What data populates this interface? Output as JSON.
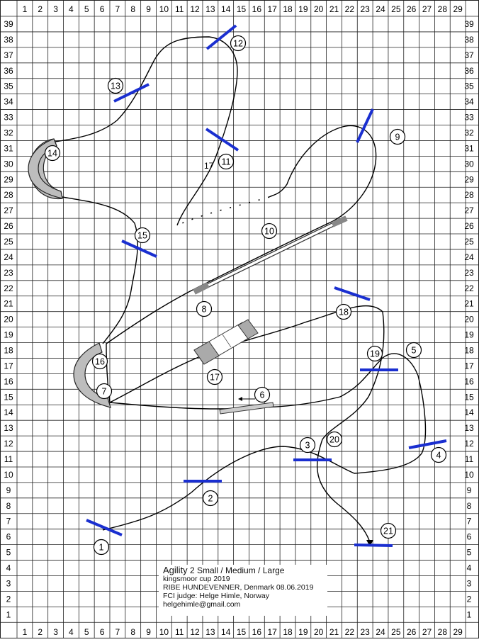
{
  "course": {
    "title_main": "Agility",
    "title_sub": "2 Small / Medium / Large",
    "event": "kingsmoor cup 2019",
    "club": "RIBE HUNDEVENNER, Denmark 08.06.2019",
    "judge": "FCI judge: Helge Himle, Norway",
    "email": "helgehimle@gmail.com"
  },
  "grid": {
    "columns": [
      "1",
      "2",
      "3",
      "4",
      "5",
      "6",
      "7",
      "8",
      "9",
      "10",
      "11",
      "12",
      "13",
      "14",
      "15",
      "16",
      "17",
      "18",
      "19",
      "20",
      "21",
      "22",
      "23",
      "24",
      "25",
      "26",
      "27",
      "28",
      "29"
    ],
    "rows": [
      "39",
      "38",
      "37",
      "36",
      "35",
      "34",
      "33",
      "32",
      "31",
      "30",
      "29",
      "28",
      "27",
      "26",
      "25",
      "24",
      "23",
      "22",
      "21",
      "20",
      "19",
      "18",
      "17",
      "16",
      "15",
      "14",
      "13",
      "12",
      "11",
      "10",
      "9",
      "8",
      "7",
      "6",
      "5",
      "4",
      "3",
      "2",
      "1"
    ]
  },
  "obstacles": [
    {
      "n": "1",
      "type": "hurdle"
    },
    {
      "n": "2",
      "type": "hurdle"
    },
    {
      "n": "3",
      "type": "hurdle"
    },
    {
      "n": "4",
      "type": "hurdle"
    },
    {
      "n": "5",
      "type": "hurdle"
    },
    {
      "n": "6",
      "type": "seesaw"
    },
    {
      "n": "7",
      "type": "tunnel"
    },
    {
      "n": "8",
      "type": "dogwalk"
    },
    {
      "n": "9",
      "type": "hurdle"
    },
    {
      "n": "10",
      "type": "dogwalk"
    },
    {
      "n": "11",
      "type": "hurdle"
    },
    {
      "n": "12",
      "type": "hurdle"
    },
    {
      "n": "13",
      "type": "hurdle"
    },
    {
      "n": "14",
      "type": "tunnel"
    },
    {
      "n": "15",
      "type": "hurdle"
    },
    {
      "n": "16",
      "type": "tunnel"
    },
    {
      "n": "17",
      "type": "a-frame"
    },
    {
      "n": "18",
      "type": "hurdle"
    },
    {
      "n": "19",
      "type": "hurdle"
    },
    {
      "n": "20",
      "type": "hurdle"
    },
    {
      "n": "21",
      "type": "hurdle"
    }
  ],
  "tiny_label": "17"
}
